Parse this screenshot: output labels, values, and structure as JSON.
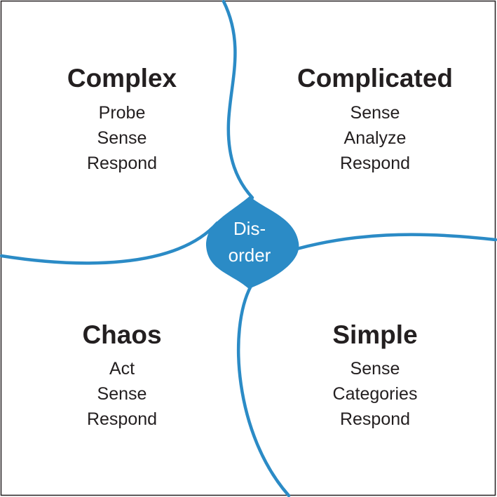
{
  "colors": {
    "line": "#2b8bc6",
    "center_fill": "#2b8bc6",
    "text": "#231f20",
    "center_text": "#ffffff",
    "frame": "#231f20"
  },
  "domains": {
    "complex": {
      "title": "Complex",
      "steps": [
        "Probe",
        "Sense",
        "Respond"
      ]
    },
    "complicated": {
      "title": "Complicated",
      "steps": [
        "Sense",
        "Analyze",
        "Respond"
      ]
    },
    "chaos": {
      "title": "Chaos",
      "steps": [
        "Act",
        "Sense",
        "Respond"
      ]
    },
    "simple": {
      "title": "Simple",
      "steps": [
        "Sense",
        "Categories",
        "Respond"
      ]
    }
  },
  "center": {
    "line1": "Dis-",
    "line2": "order"
  }
}
